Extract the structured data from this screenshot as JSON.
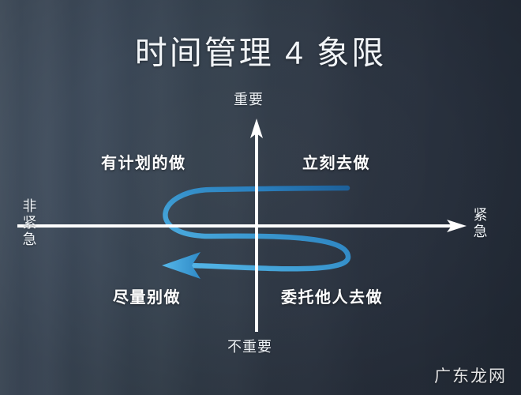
{
  "title": "时间管理 4 象限",
  "axes": {
    "top_label": "重要",
    "bottom_label": "不重要",
    "left_label": "非紧急",
    "right_label": "紧急",
    "color": "#ffffff"
  },
  "quadrants": {
    "top_left": "有计划的做",
    "top_right": "立刻去做",
    "bottom_left": "尽量别做",
    "bottom_right": "委托他人去做"
  },
  "flow_arrow": {
    "name": "s-curve-arrow",
    "direction": "right-to-left",
    "color_start": "#1f6aa8",
    "color_end": "#5bb6e8"
  },
  "watermark": "广东龙网",
  "background": {
    "color_left": "#43505f",
    "color_right": "#222a36"
  }
}
